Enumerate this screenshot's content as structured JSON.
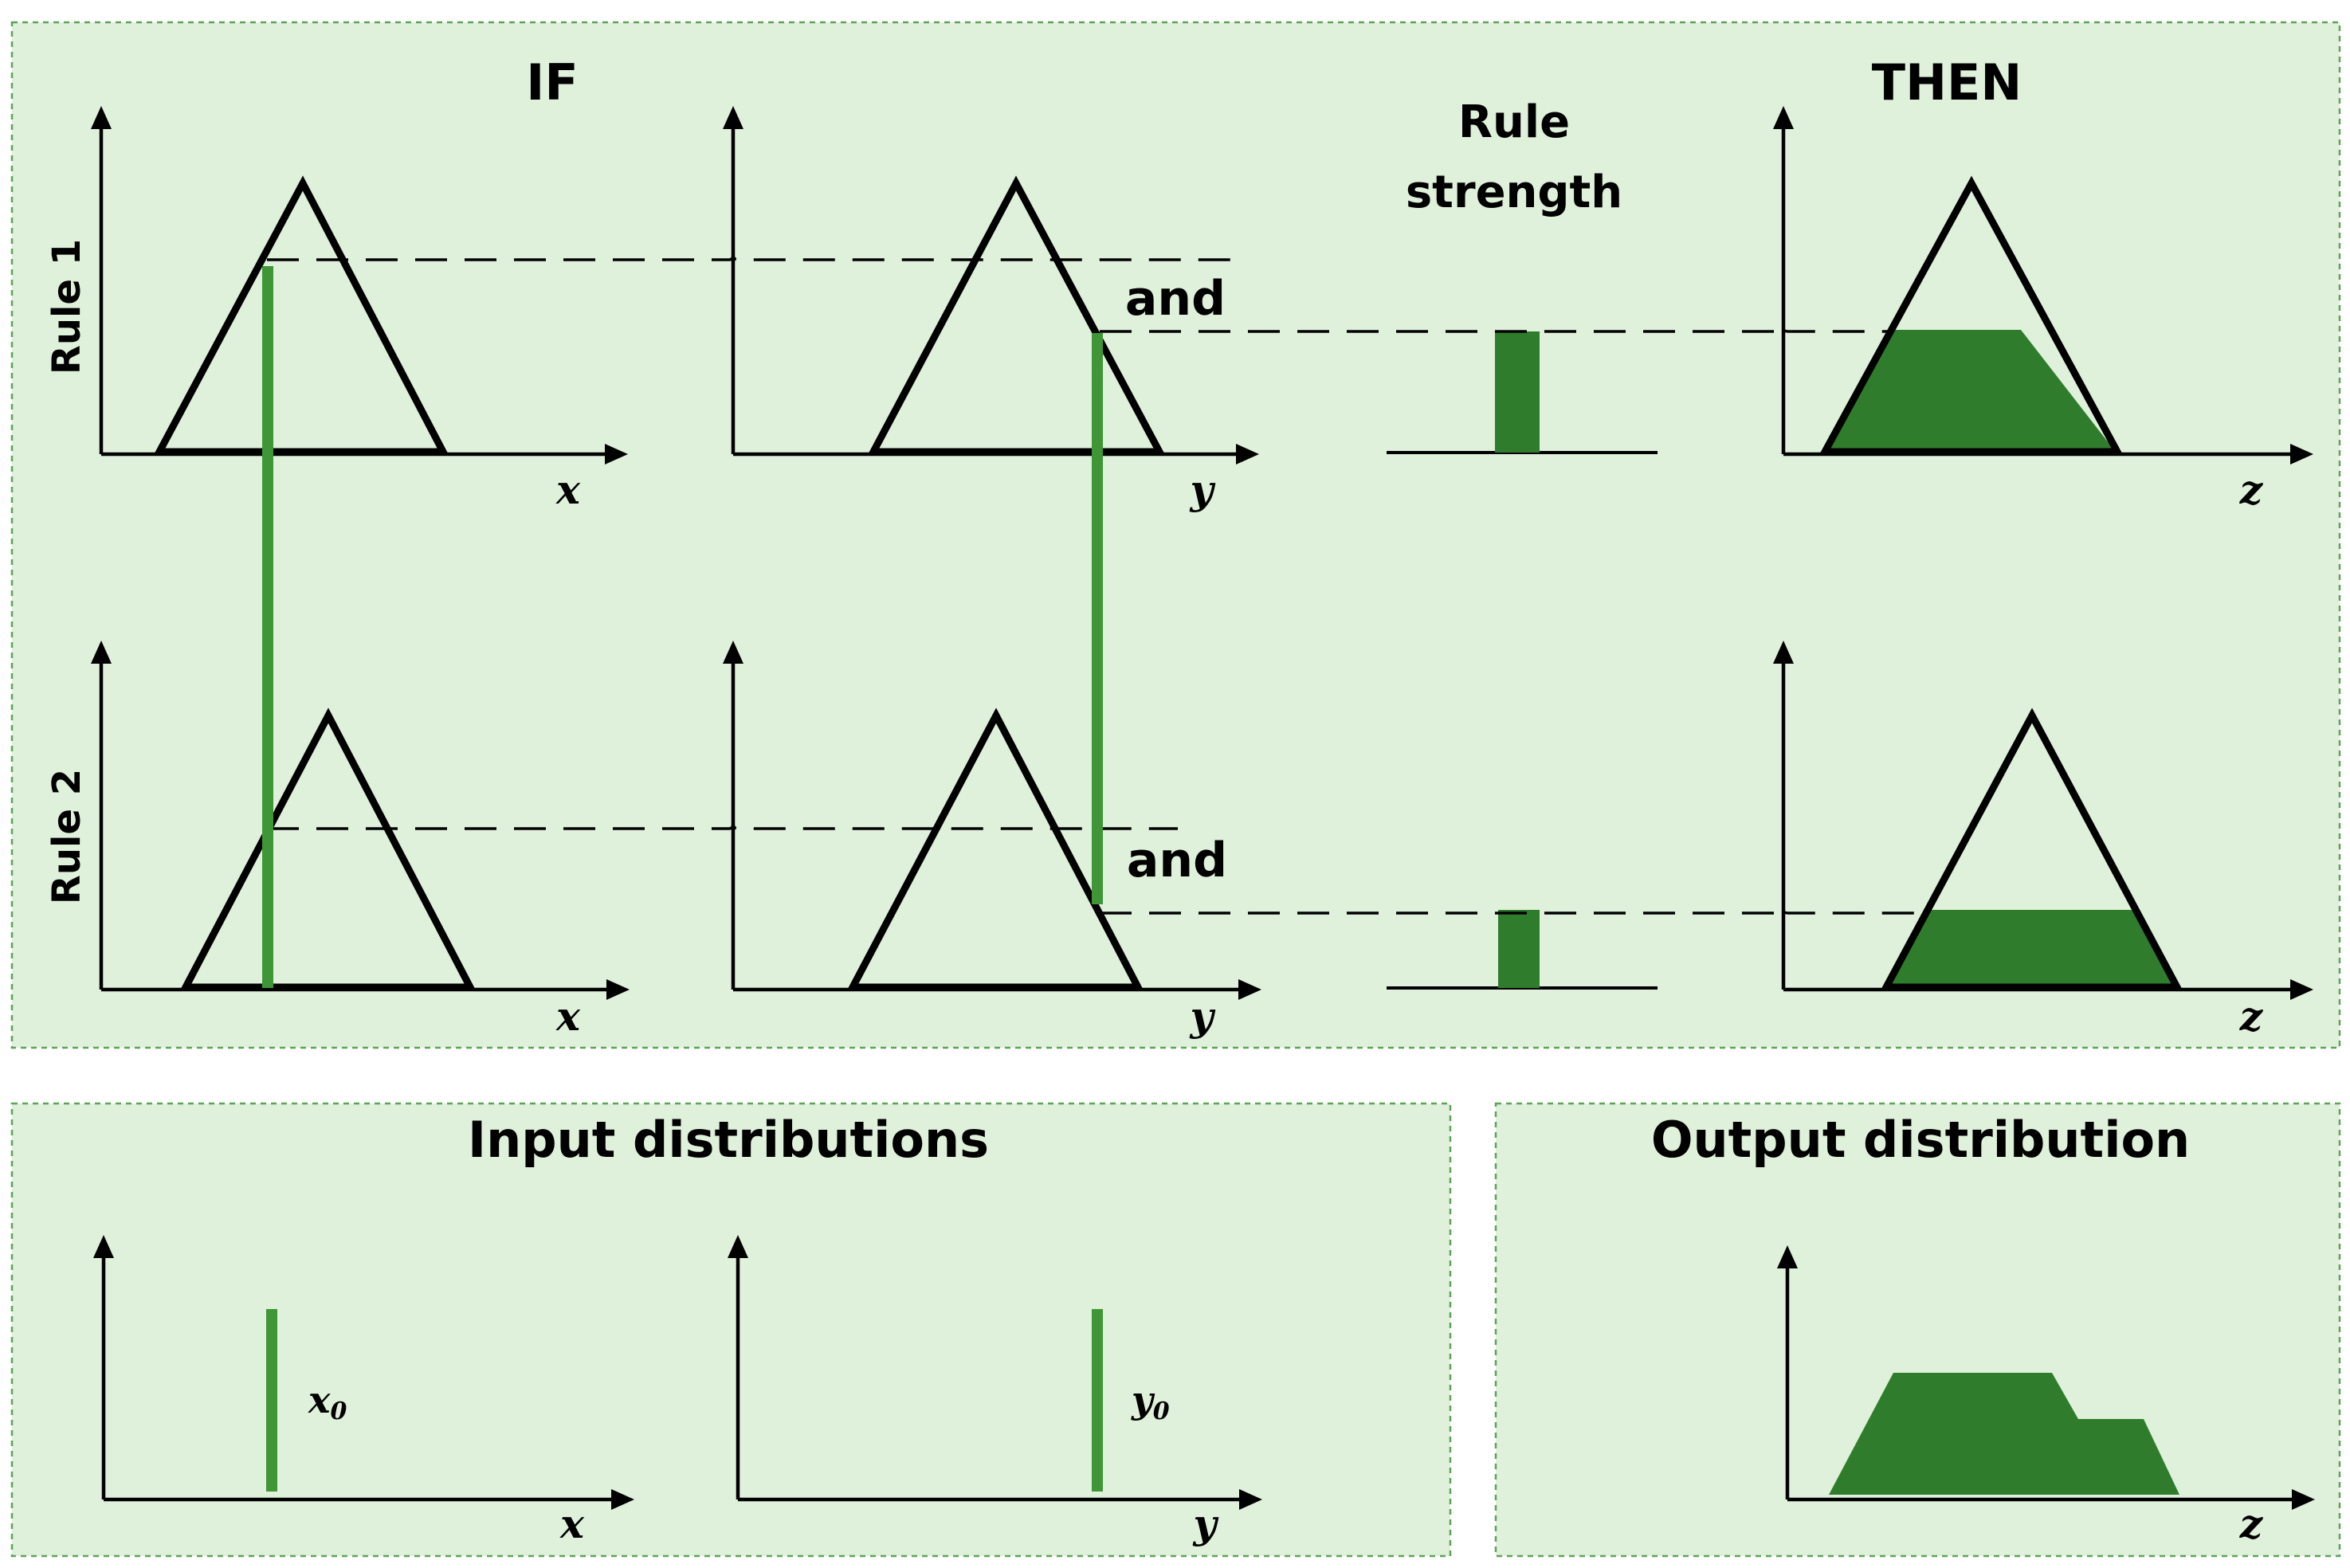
{
  "headers": {
    "if": "IF",
    "then": "THEN",
    "rule_strength_line1": "Rule",
    "rule_strength_line2": "strength"
  },
  "rules": [
    {
      "label": "Rule 1",
      "connector": "and",
      "x_axis": "x",
      "y_axis": "y",
      "z_axis": "z"
    },
    {
      "label": "Rule 2",
      "connector": "and",
      "x_axis": "x",
      "y_axis": "y",
      "z_axis": "z"
    }
  ],
  "input_panel": {
    "title": "Input distributions",
    "x_axis": "x",
    "y_axis": "y",
    "x_value": {
      "base": "x",
      "sub": "0"
    },
    "y_value": {
      "base": "y",
      "sub": "0"
    }
  },
  "output_panel": {
    "title": "Output distribution",
    "z_axis": "z"
  },
  "colors": {
    "panel_background": "#dff0db",
    "panel_border": "#5fa358",
    "green_line": "#3e9637",
    "green_fill": "#2f7d2c"
  }
}
